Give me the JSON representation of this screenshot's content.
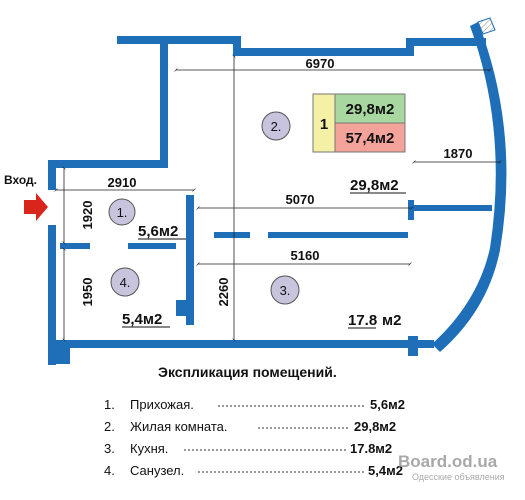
{
  "entrance_label": "Вход.",
  "dimensions": {
    "top_width": "6970",
    "hall_width": "2910",
    "hall_height": "1920",
    "bath_height": "1950",
    "living_inner_width": "5070",
    "kitchen_width": "5160",
    "kitchen_height": "2260",
    "right_offset": "1870"
  },
  "room_numbers": [
    "1.",
    "2.",
    "3.",
    "4."
  ],
  "room_area_labels": {
    "hall": "5,6м2",
    "bath": "5,4м2",
    "living": "29,8м2",
    "kitchen_value": "17.8",
    "kitchen_unit": "м2"
  },
  "summary_box": {
    "index": "1",
    "living_area": "29,8м2",
    "total_area": "57,4м2",
    "colors": {
      "index_bg": "#f4f1a6",
      "living_bg": "#a8d7a0",
      "total_bg": "#f3a39a"
    }
  },
  "legend": {
    "title": "Экспликация помещений.",
    "items": [
      {
        "num": "1.",
        "name": "Прихожая.",
        "area": "5,6м2"
      },
      {
        "num": "2.",
        "name": "Жилая комната.",
        "area": "29,8м2"
      },
      {
        "num": "3.",
        "name": "Кухня.",
        "area": "17.8м2"
      },
      {
        "num": "4.",
        "name": "Санузел.",
        "area": "5,4м2"
      }
    ]
  },
  "watermark": {
    "site": "Board.od.ua",
    "caption": "Одесские объявления"
  },
  "colors": {
    "wall": "#1e6fb8",
    "arrow": "#d9261c",
    "watermark": "#9a9a9a"
  }
}
